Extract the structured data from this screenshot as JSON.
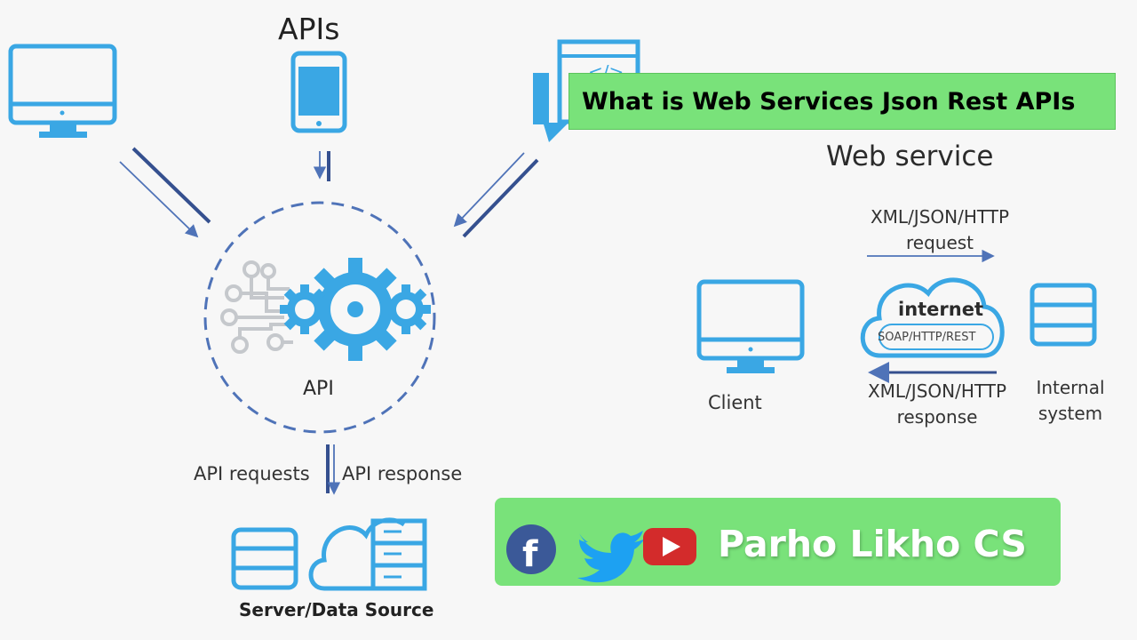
{
  "diagram": {
    "apis_title": "APIs",
    "api_label": "API",
    "api_requests": "API requests",
    "api_response": "API response",
    "server_label": "Server/Data Source"
  },
  "web_service": {
    "title": "Web service",
    "request_line1": "XML/JSON/HTTP",
    "request_line2": "request",
    "response_line1": "XML/JSON/HTTP",
    "response_line2": "response",
    "internet": "internet",
    "protocols": "SOAP/HTTP/REST",
    "client": "Client",
    "internal_line1": "Internal",
    "internal_line2": "system"
  },
  "banner": {
    "title": "What is Web Services Json Rest APIs"
  },
  "channel": {
    "name": "Parho Likho CS",
    "icons": [
      "facebook-icon",
      "twitter-icon",
      "youtube-icon"
    ]
  },
  "colors": {
    "accent_blue": "#3aa7e4",
    "arrow_navy": "#35508f",
    "banner_green": "#79e27a"
  }
}
